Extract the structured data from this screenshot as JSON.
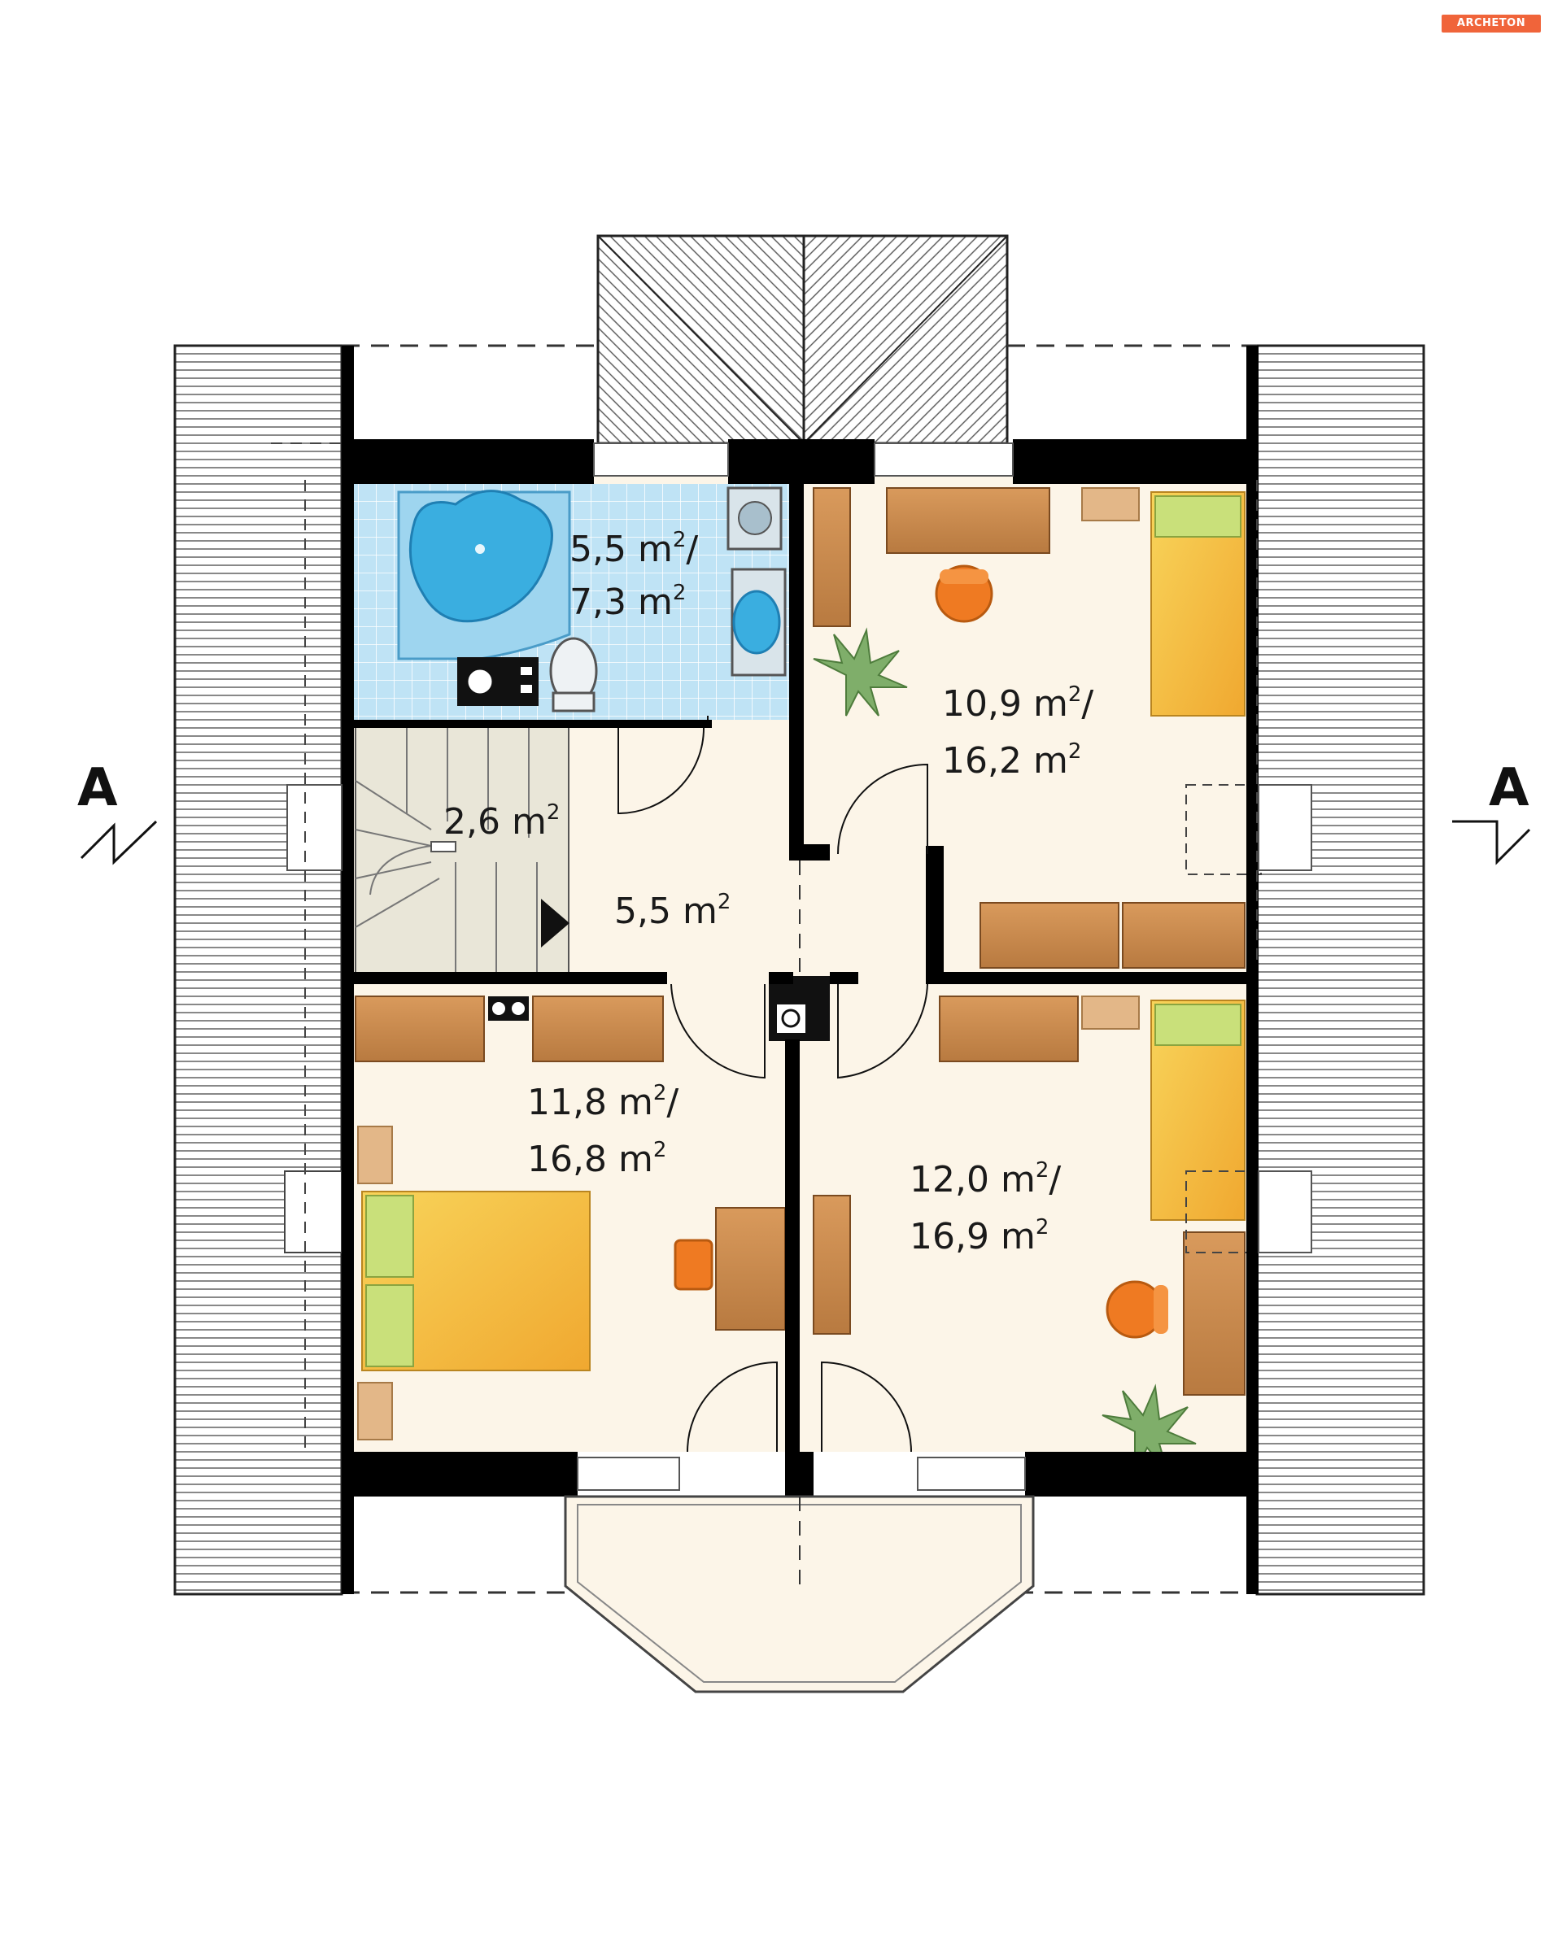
{
  "brand": {
    "badge_text": "ARCHETON",
    "badge_color": "#f0643a"
  },
  "section_marker": {
    "left": "A",
    "right": "A"
  },
  "rooms": [
    {
      "id": "bathroom",
      "area": "5,5 m",
      "sup": "2",
      "slash": "/",
      "area2": "7,3 m",
      "sup2": "2"
    },
    {
      "id": "bedroom-ne",
      "area": "10,9 m",
      "sup": "2",
      "slash": "/",
      "area2": "16,2 m",
      "sup2": "2"
    },
    {
      "id": "stairs",
      "area": "2,6 m",
      "sup": "2"
    },
    {
      "id": "hall",
      "area": "5,5 m",
      "sup": "2"
    },
    {
      "id": "bedroom-sw",
      "area": "11,8 m",
      "sup": "2",
      "slash": "/",
      "area2": "16,8 m",
      "sup2": "2"
    },
    {
      "id": "bedroom-se",
      "area": "12,0 m",
      "sup": "2",
      "slash": "/",
      "area2": "16,9 m",
      "sup2": "2"
    }
  ],
  "colors": {
    "floor": "#fcf5e8",
    "wall": "#000000",
    "bathroom_tile": "#bfe3f5",
    "stairs": "#e9e6d8",
    "furniture": "#c98a4e",
    "bed": "#f6c043",
    "pillow": "#c9e07a",
    "chair": "#ef7a22",
    "plant": "#7fae6a",
    "bathtub": "#3aaee0"
  }
}
